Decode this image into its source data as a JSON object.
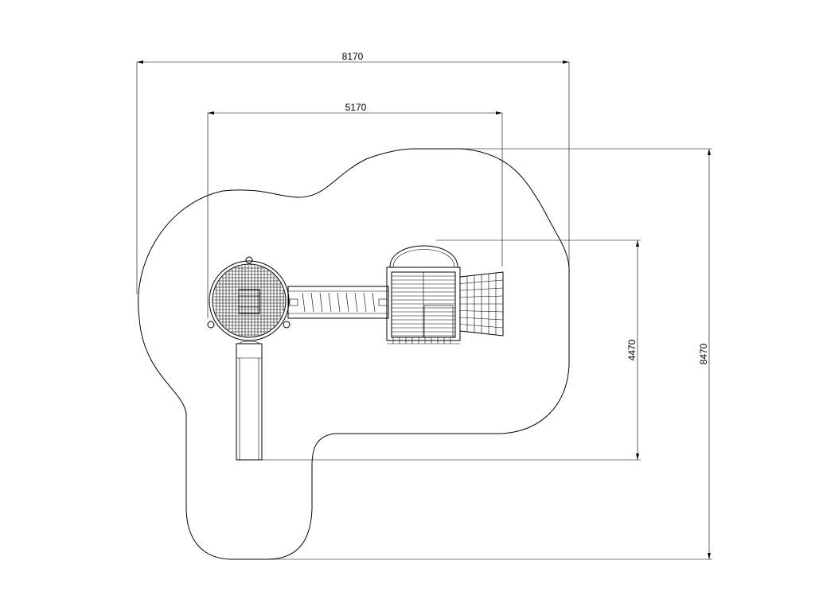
{
  "dimensions": {
    "overall_width": "8170",
    "inner_width": "5170",
    "inner_height": "4470",
    "overall_height": "8470"
  }
}
